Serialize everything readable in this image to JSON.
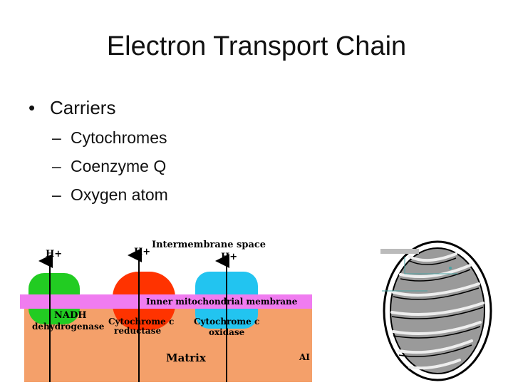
{
  "slide": {
    "title": "Electron Transport Chain",
    "bullet": "Carriers",
    "sub_items": [
      "Cytochromes",
      "Coenzyme Q",
      "Oxygen atom"
    ]
  },
  "diagram": {
    "h_left": "H+",
    "h_mid": "H+",
    "h_right": "H+",
    "intermembrane": "Intermembrane space",
    "inner_membrane": "Inner mitochondrial membrane",
    "nadh": "NADH",
    "dehydrogenase": "dehydrogenase",
    "cytc_reductase_1": "Cytochrome c",
    "cytc_reductase_2": "reductase",
    "cytc_oxidase_1": "Cytochrome c",
    "cytc_oxidase_2": "oxidase",
    "matrix": "Matrix",
    "cut_label": "AI",
    "colors": {
      "matrix": "#f4a06a",
      "membrane": "#f07cf0",
      "complex1": "#22cc22",
      "complex3": "#ff3300",
      "complex4": "#22c4f0"
    }
  }
}
